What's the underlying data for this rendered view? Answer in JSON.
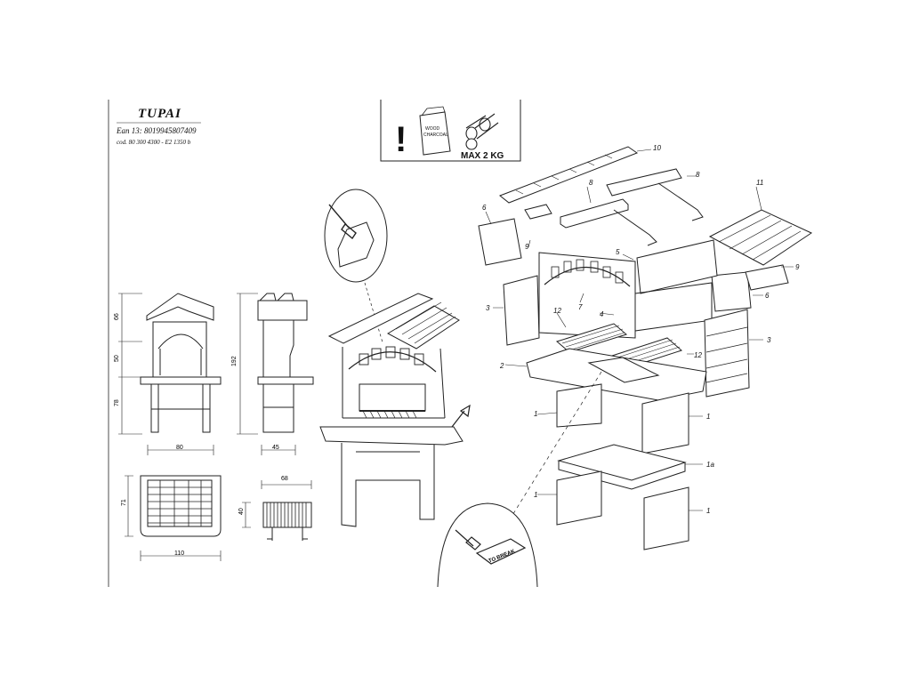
{
  "product": {
    "name": "TUPAI",
    "ean_label": "Ean 13:",
    "ean_value": "8019945807409",
    "code_line": "cod. 80 300 4300  - E2 1350 b"
  },
  "warning_box": {
    "exclamation": "!",
    "bag_line1": "WOOD",
    "bag_line2": "CHARCOAL",
    "max_load": "MAX 2 KG"
  },
  "dimensions": {
    "front_heights": [
      "66",
      "50",
      "78"
    ],
    "front_width": "80",
    "side_total_height": "192",
    "side_depth": "45",
    "top_width": "110",
    "top_depth": "71",
    "grill_width": "68",
    "grill_depth": "40"
  },
  "callout_break": "TO BREAK",
  "part_labels": {
    "p1a": "1",
    "p1b": "1",
    "p1c": "1",
    "p1d": "1",
    "p1e": "1a",
    "p2": "2",
    "p3a": "3",
    "p3b": "3",
    "p4": "4",
    "p5": "5",
    "p6a": "6",
    "p6b": "6",
    "p7": "7",
    "p8a": "8",
    "p8b": "8",
    "p9a": "9",
    "p9b": "9",
    "p10": "10",
    "p11": "11",
    "p12a": "12",
    "p12b": "12"
  }
}
